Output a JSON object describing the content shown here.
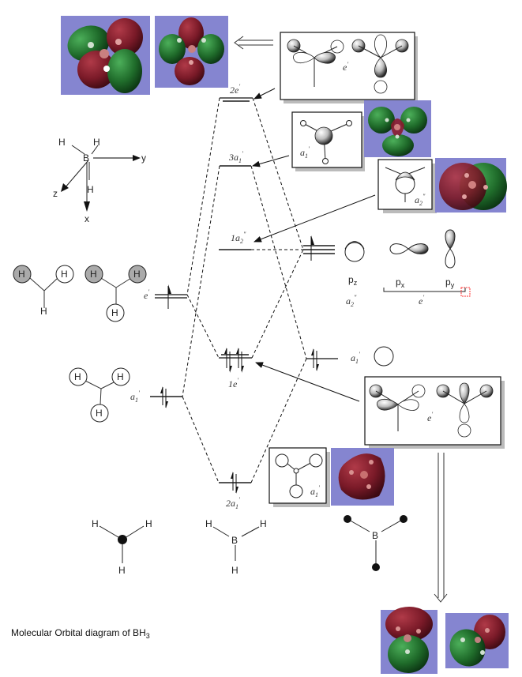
{
  "caption": {
    "text": "Molecular Orbital diagram of BH",
    "subscript": "3"
  },
  "axes": {
    "labels": {
      "x": "x",
      "y": "y",
      "z": "z"
    },
    "atoms": {
      "B": "B",
      "H": "H"
    }
  },
  "levels": {
    "mo": [
      {
        "id": "2e'",
        "label_main": "2e",
        "label_sup": "'",
        "electrons": 0
      },
      {
        "id": "3a1'",
        "label_main": "3a",
        "label_sub": "1",
        "label_sup": "'",
        "electrons": 0
      },
      {
        "id": "1a2''",
        "label_main": "1a",
        "label_sub": "2",
        "label_sup": "\"",
        "electrons": 0
      },
      {
        "id": "1e'",
        "label_main": "1e",
        "label_sup": "'",
        "electrons": 4
      },
      {
        "id": "2a1'",
        "label_main": "2a",
        "label_sub": "1",
        "label_sup": "'",
        "electrons": 2
      }
    ],
    "ligand": [
      {
        "id": "e'",
        "label_main": "e",
        "label_sup": "'",
        "electrons": 1
      },
      {
        "id": "a1'",
        "label_main": "a",
        "label_sub": "1",
        "label_sup": "'",
        "electrons": 2
      }
    ],
    "boron": [
      {
        "id": "p",
        "electrons": 1
      },
      {
        "id": "a1'",
        "label_main": "a",
        "label_sub": "1",
        "label_sup": "'",
        "electrons": 2
      }
    ]
  },
  "boron_orbitals": {
    "pz": {
      "main": "p",
      "sub": "z"
    },
    "px": {
      "main": "p",
      "sub": "x"
    },
    "py": {
      "main": "p",
      "sub": "y"
    },
    "a2_label": {
      "main": "a",
      "sub": "2",
      "sup": "\""
    },
    "e_label": {
      "main": "e",
      "sup": "'"
    },
    "a1_label": {
      "main": "a",
      "sub": "1",
      "sup": "'"
    }
  },
  "boxes": {
    "top_e": {
      "label_main": "e",
      "label_sup": "'"
    },
    "a1_upper": {
      "label_main": "a",
      "label_sub": "1",
      "label_sup": "'"
    },
    "a2": {
      "label_main": "a",
      "label_sub": "2",
      "label_sup": "\""
    },
    "bottom_e": {
      "label_main": "e",
      "label_sup": "'"
    },
    "a1_lower": {
      "label_main": "a",
      "label_sub": "1",
      "label_sup": "'"
    }
  },
  "fragments": {
    "H": "H",
    "B": "B"
  },
  "colors": {
    "mo_background": "#8585d0",
    "lobe_red": "#7a1a28",
    "lobe_green": "#1f6b2a",
    "shaded_H": "#aaaaaa",
    "error_marker": "#ff3333"
  }
}
